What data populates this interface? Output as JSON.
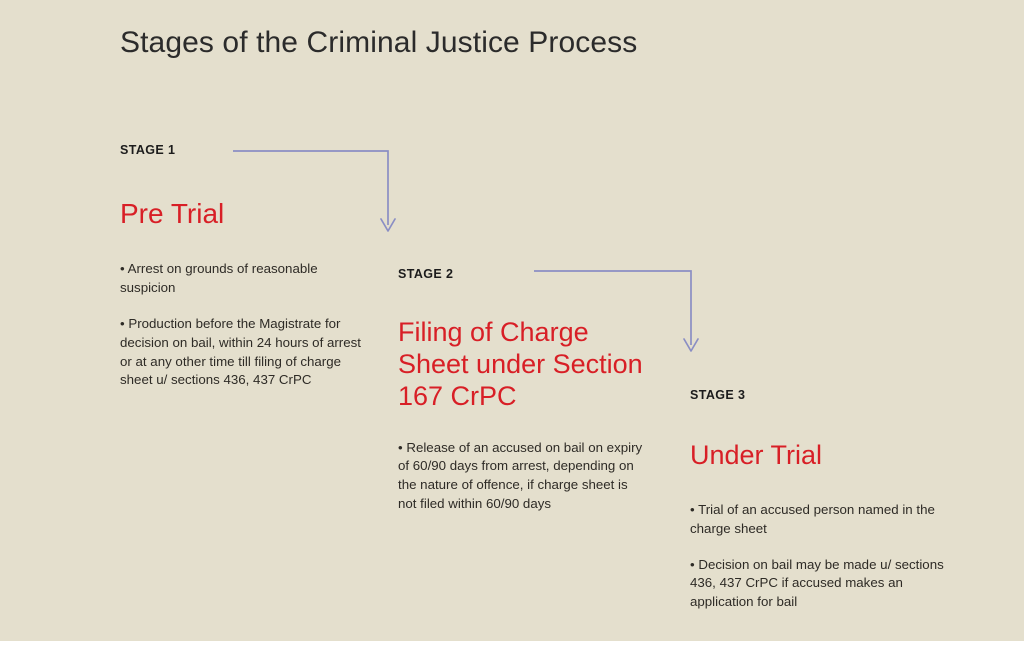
{
  "page": {
    "title": "Stages of the Criminal Justice Process",
    "background_color": "#e4dfcd",
    "accent_color": "#d81f26",
    "arrow_color": "#8a8ec4",
    "text_color": "#2e2b26"
  },
  "stages": [
    {
      "label": "STAGE 1",
      "heading": "Pre Trial",
      "bullets": [
        "• Arrest on grounds of reasonable suspicion",
        "• Production before the Magistrate for decision on bail, within 24 hours of arrest or at any other time till filing of charge sheet u/ sections 436, 437 CrPC"
      ]
    },
    {
      "label": "STAGE 2",
      "heading": "Filing of Charge Sheet under Section 167 CrPC",
      "bullets": [
        "• Release of an accused on bail on expiry of 60/90 days from arrest, depending on the nature of offence, if charge sheet is not filed within 60/90 days"
      ]
    },
    {
      "label": "STAGE 3",
      "heading": "Under Trial",
      "bullets": [
        "• Trial of an accused person named in the charge sheet",
        "• Decision on bail may be made u/ sections 436, 437 CrPC if accused makes an application for bail"
      ]
    }
  ],
  "connectors": [
    {
      "name": "stage-1-to-stage-2",
      "from": "STAGE 1",
      "to": "STAGE 2"
    },
    {
      "name": "stage-2-to-stage-3",
      "from": "STAGE 2",
      "to": "STAGE 3"
    }
  ]
}
